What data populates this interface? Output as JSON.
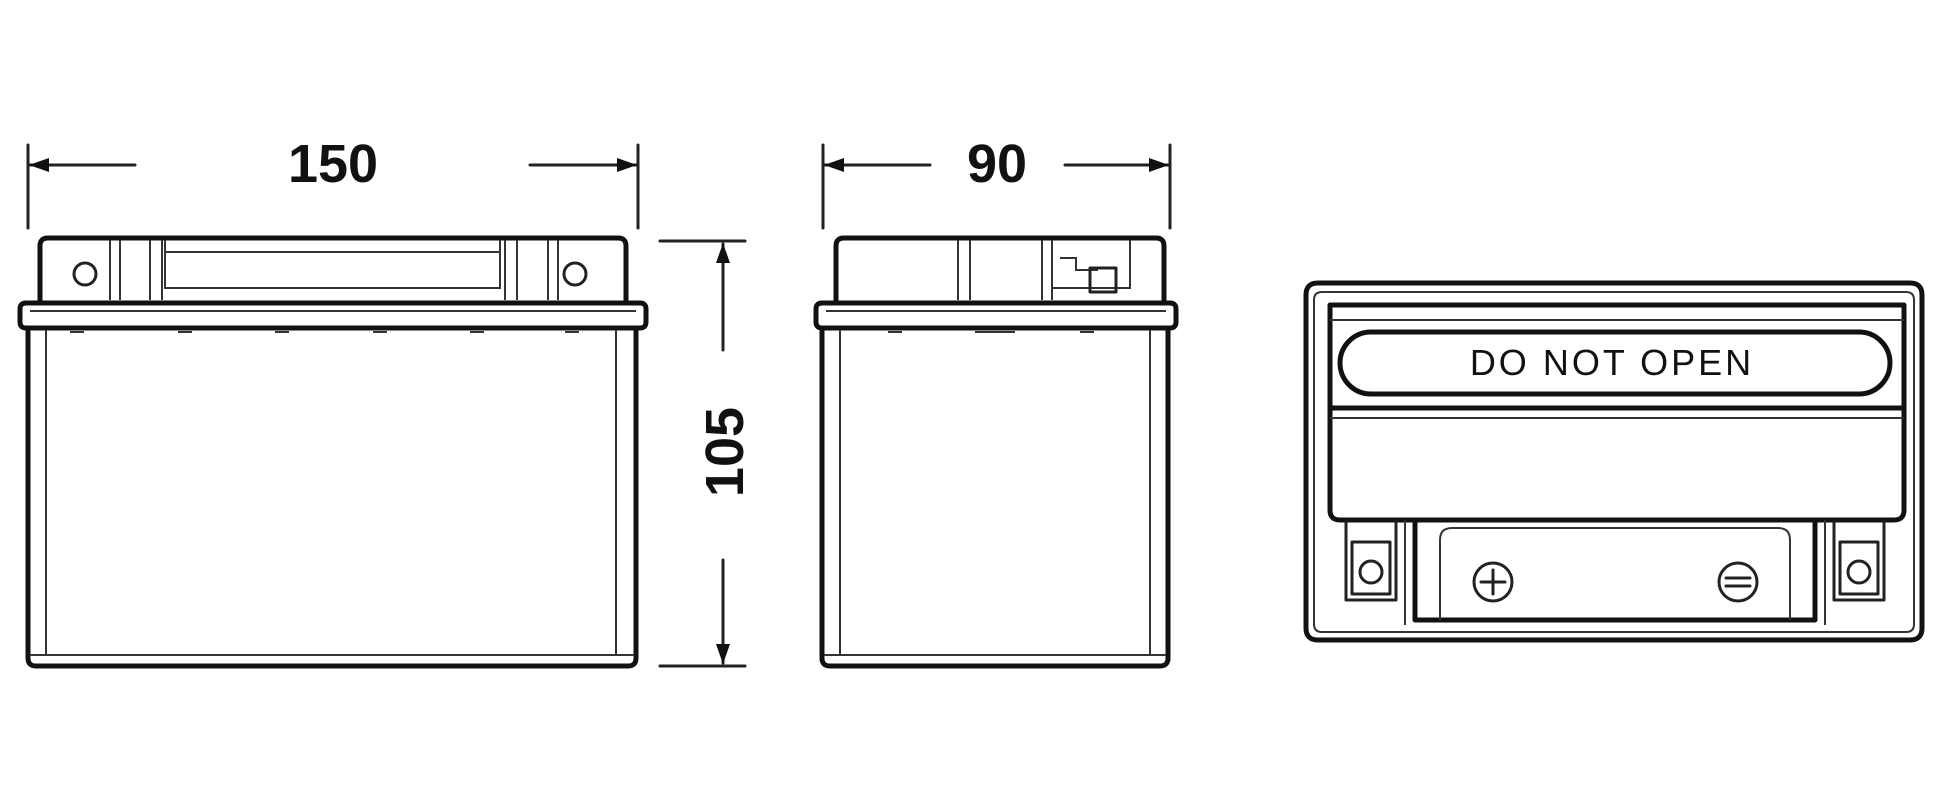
{
  "dimensions": {
    "length": "150",
    "width": "90",
    "height": "105"
  },
  "top_view": {
    "label": "DO NOT OPEN"
  }
}
